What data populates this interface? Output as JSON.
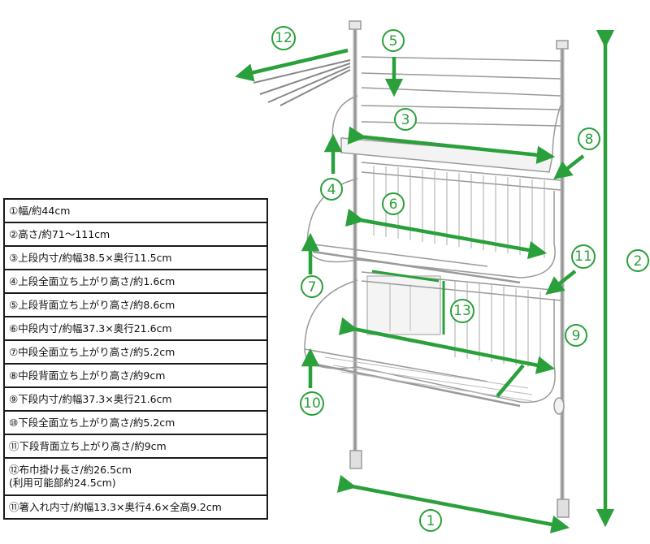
{
  "specs": [
    "①幅/約44cm",
    "②高さ/約71～111cm",
    "③上段内寸/約幅38.5×奥行11.5cm",
    "④上段全面立ち上がり高さ/約1.6cm",
    "⑤上段背面立ち上がり高さ/約8.6cm",
    "⑥中段内寸/約幅37.3×奥行21.6cm",
    "⑦中段全面立ち上がり高さ/約5.2cm",
    "⑧中段背面立ち上がり高さ/約9cm",
    "⑨下段内寸/約幅37.3×奥行21.6cm",
    "⑩下段全面立ち上がり高さ/約5.2cm",
    "⑪下段背面立ち上がり高さ/約9cm",
    {
      "line1": "⑫布巾掛け長さ/約26.5cm",
      "line2": "(利用可能部約24.5cm)"
    },
    "⑪箸入れ内寸/約幅13.3×奥行4.6×全高9.2cm"
  ],
  "callouts": {
    "c1": "1",
    "c2": "2",
    "c3": "3",
    "c4": "4",
    "c5": "5",
    "c6": "6",
    "c7": "7",
    "c8": "8",
    "c9": "9",
    "c10": "10",
    "c11": "11",
    "c12": "12",
    "c13": "13"
  },
  "colors": {
    "accent": "#2aa03a",
    "metal": "#9a9a9a",
    "border": "#1a1a1a"
  }
}
